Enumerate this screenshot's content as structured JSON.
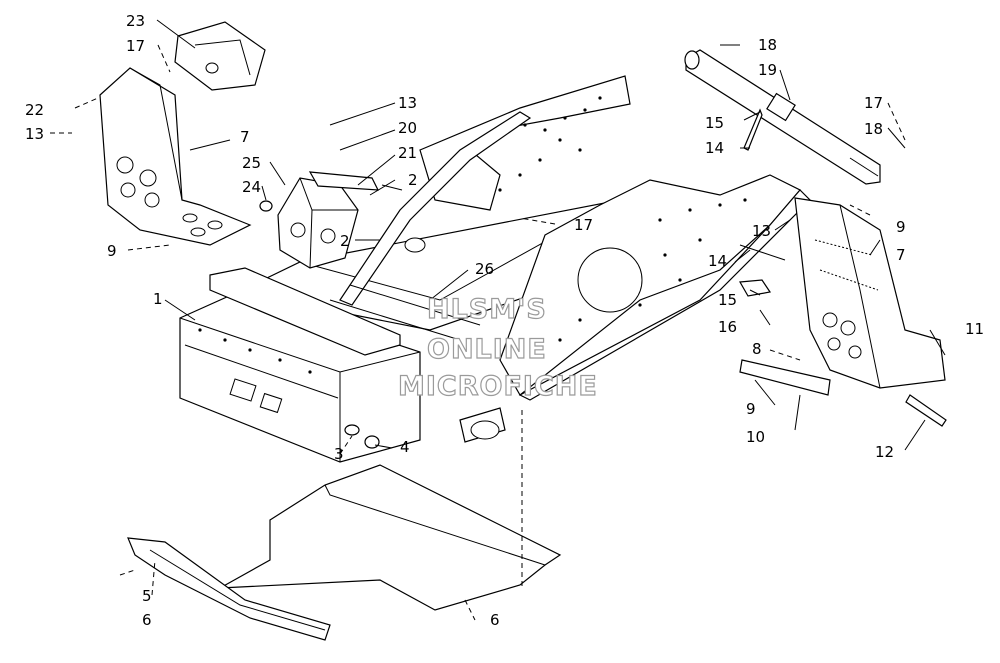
{
  "watermark": {
    "line1": "HLSM'S",
    "line2": "ONLINE",
    "line3": "MICROFICHE"
  },
  "callouts": {
    "c1": "1",
    "c2a": "2",
    "c2b": "2",
    "c3": "3",
    "c4": "4",
    "c5": "5",
    "c6a": "6",
    "c6b": "6",
    "c7a": "7",
    "c7b": "7",
    "c8": "8",
    "c9a": "9",
    "c9b": "9",
    "c9c": "9",
    "c10": "10",
    "c11": "11",
    "c12": "12",
    "c13a": "13",
    "c13b": "13",
    "c13c": "13",
    "c14a": "14",
    "c14b": "14",
    "c15a": "15",
    "c15b": "15",
    "c16": "16",
    "c17a": "17",
    "c17b": "17",
    "c17c": "17",
    "c18a": "18",
    "c18b": "18",
    "c19": "19",
    "c20": "20",
    "c21": "21",
    "c22": "22",
    "c23": "23",
    "c24": "24",
    "c25": "25",
    "c26": "26"
  }
}
